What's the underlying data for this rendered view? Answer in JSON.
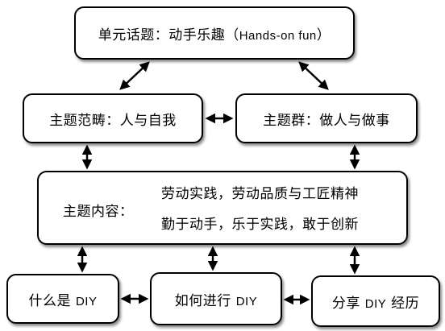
{
  "nodes": {
    "unit_topic": {
      "prefix": "单元话题：动手乐趣（",
      "english": "Hands-on fun",
      "suffix": "）"
    },
    "theme_scope": {
      "label": "主题范畴：人与自我"
    },
    "theme_group": {
      "label": "主题群：做人与做事"
    },
    "theme_content": {
      "label": "主题内容：",
      "line1": "劳动实践，劳动品质与工匠精神",
      "line2": "勤于动手，乐于实践，敢于创新"
    },
    "what_is_diy": {
      "zh": "什么是 ",
      "en": "DIY"
    },
    "how_diy": {
      "zh": "如何进行 ",
      "en": "DIY"
    },
    "share_diy": {
      "zh_before": "分享 ",
      "en": "DIY",
      "zh_after": " 经历"
    }
  },
  "edges": [
    {
      "from": "unit_topic",
      "to": "theme_scope",
      "type": "bidirectional"
    },
    {
      "from": "unit_topic",
      "to": "theme_group",
      "type": "bidirectional"
    },
    {
      "from": "theme_scope",
      "to": "theme_group",
      "type": "bidirectional"
    },
    {
      "from": "theme_scope",
      "to": "theme_content",
      "type": "bidirectional"
    },
    {
      "from": "theme_group",
      "to": "theme_content",
      "type": "bidirectional"
    },
    {
      "from": "theme_content",
      "to": "what_is_diy",
      "type": "bidirectional"
    },
    {
      "from": "theme_content",
      "to": "how_diy",
      "type": "bidirectional"
    },
    {
      "from": "theme_content",
      "to": "share_diy",
      "type": "bidirectional"
    },
    {
      "from": "what_is_diy",
      "to": "how_diy",
      "type": "bidirectional"
    },
    {
      "from": "how_diy",
      "to": "share_diy",
      "type": "bidirectional"
    }
  ]
}
